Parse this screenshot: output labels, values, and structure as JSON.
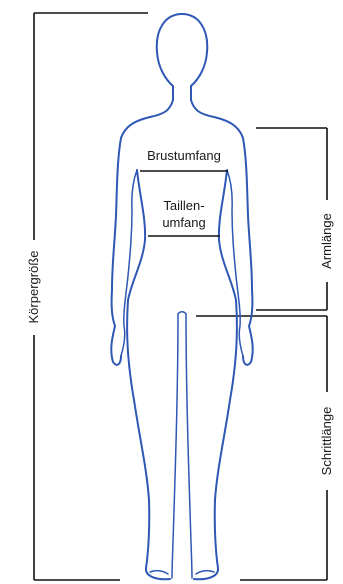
{
  "labels": {
    "body_height": "Körpergröße",
    "chest": "Brustumfang",
    "waist_line1": "Taillen-",
    "waist_line2": "umfang",
    "arm_length": "Armlänge",
    "inseam": "Schrittlänge"
  },
  "colors": {
    "outline": "#2f57b5",
    "measure_lines": "#111111"
  }
}
